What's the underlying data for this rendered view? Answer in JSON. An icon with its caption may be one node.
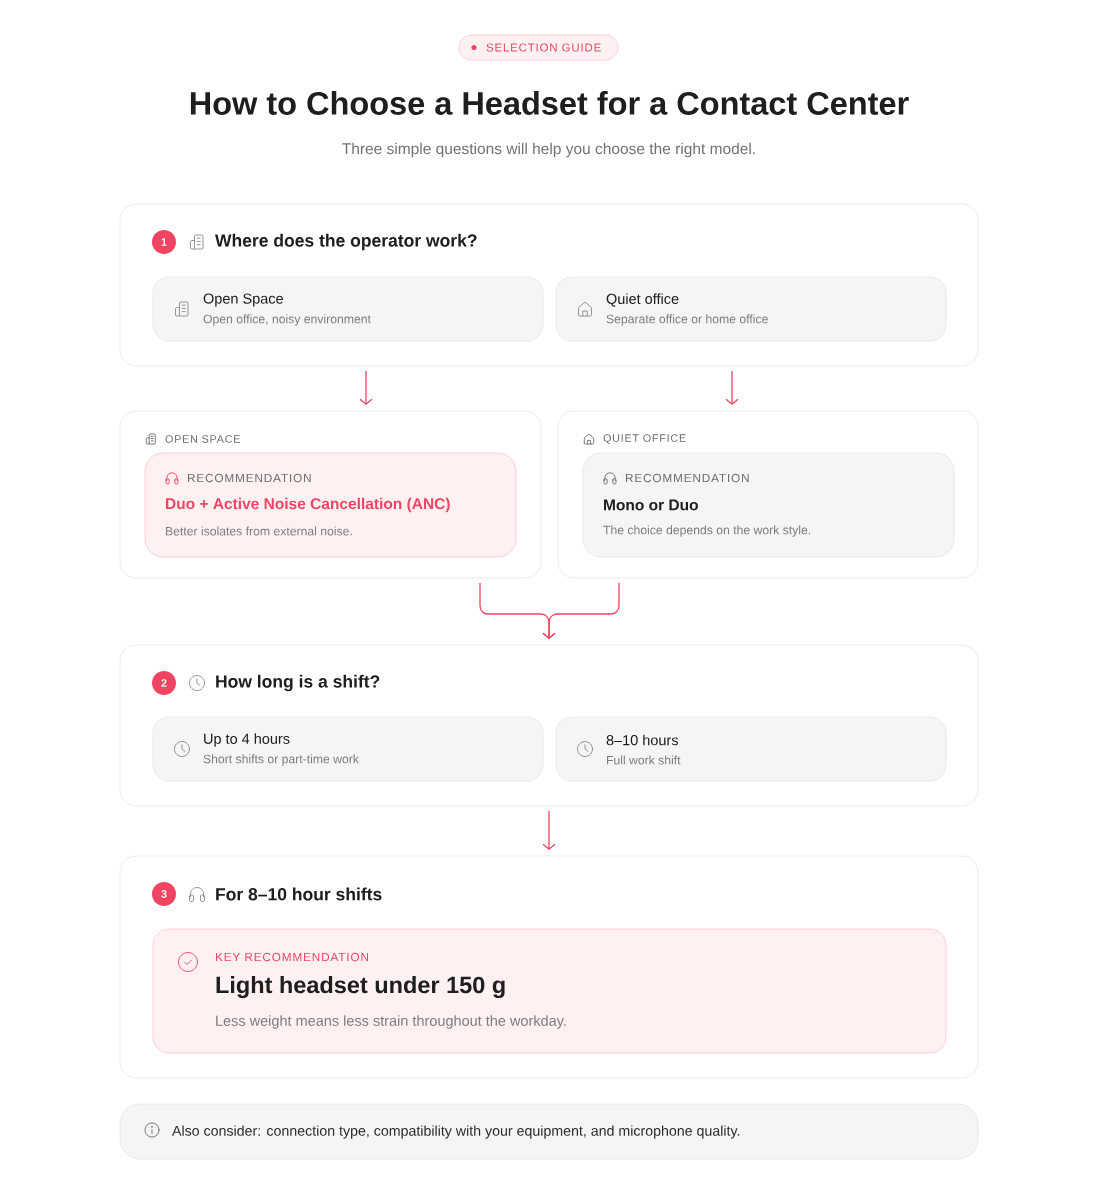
{
  "diagram": {
    "title": "How to Choose a Headset for a Contact Center",
    "nodes": [
      {
        "text": [
          "SELECTION GUIDE"
        ]
      },
      {
        "text": [
          "Where does the operator work?"
        ]
      },
      {
        "text": [
          "1"
        ],
        "in": 1
      },
      {
        "text": [
          "Open Space",
          "Open office, noisy environment"
        ],
        "in": 1
      },
      {
        "text": [
          "Quiet office",
          "Separate office or home office"
        ],
        "in": 1
      },
      {
        "text": [
          "OPEN SPACE"
        ]
      },
      {
        "text": [
          "RECOMMENDATION",
          "Duo + Active Noise Cancellation (ANC)",
          "Better isolates from external noise."
        ],
        "in": 5
      },
      {
        "text": [
          "QUIET OFFICE"
        ]
      },
      {
        "text": [
          "RECOMMENDATION",
          "Mono or Duo",
          "The choice depends on the work style."
        ],
        "in": 7
      },
      {
        "text": [
          "How long is a shift?"
        ]
      },
      {
        "text": [
          "2"
        ],
        "in": 9
      },
      {
        "text": [
          "Up to 4 hours",
          "Short shifts or part-time work"
        ],
        "in": 9
      },
      {
        "text": [
          "8–10 hours",
          "Full work shift"
        ],
        "in": 9
      },
      {
        "text": [
          "For 8–10 hour shifts"
        ]
      },
      {
        "text": [
          "3"
        ],
        "in": 13
      },
      {
        "text": [
          "KEY RECOMMENDATION",
          "Light headset under 150 g",
          "Less weight means less strain throughout the workday."
        ],
        "in": 13
      },
      {
        "text": [
          "Also consider: connection type, compatibility with your equipment, and microphone quality."
        ]
      }
    ],
    "edges": [
      {
        "from": 1,
        "to": 5,
        "arrow": "to"
      },
      {
        "from": 1,
        "to": 7,
        "arrow": "to"
      },
      {
        "from": 5,
        "to": 9,
        "arrow": "to"
      },
      {
        "from": 7,
        "to": 9,
        "arrow": "to"
      },
      {
        "from": 9,
        "to": 13,
        "arrow": "to"
      }
    ],
    "labels": [
      "Three simple questions will help you choose the right model."
    ]
  }
}
